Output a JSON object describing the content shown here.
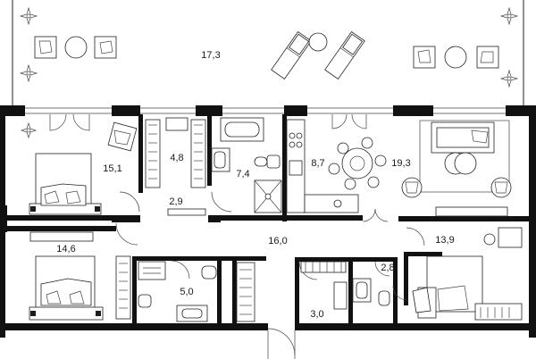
{
  "rooms": [
    {
      "id": "terrace",
      "area": "17,3"
    },
    {
      "id": "bedroom-1",
      "area": "15,1"
    },
    {
      "id": "wardrobe",
      "area": "4,8"
    },
    {
      "id": "bathroom-1",
      "area": "7,4"
    },
    {
      "id": "kitchen",
      "area": "8,7"
    },
    {
      "id": "living-room",
      "area": "19,3"
    },
    {
      "id": "hall-small",
      "area": "2,9"
    },
    {
      "id": "corridor",
      "area": "16,0"
    },
    {
      "id": "bedroom-2",
      "area": "14,6"
    },
    {
      "id": "bathroom-2",
      "area": "5,0"
    },
    {
      "id": "laundry",
      "area": "3,0"
    },
    {
      "id": "wc",
      "area": "2,8"
    },
    {
      "id": "bedroom-3",
      "area": "13,9"
    }
  ],
  "colors": {
    "wall": "#111111",
    "line": "#222222",
    "background": "#ffffff"
  }
}
